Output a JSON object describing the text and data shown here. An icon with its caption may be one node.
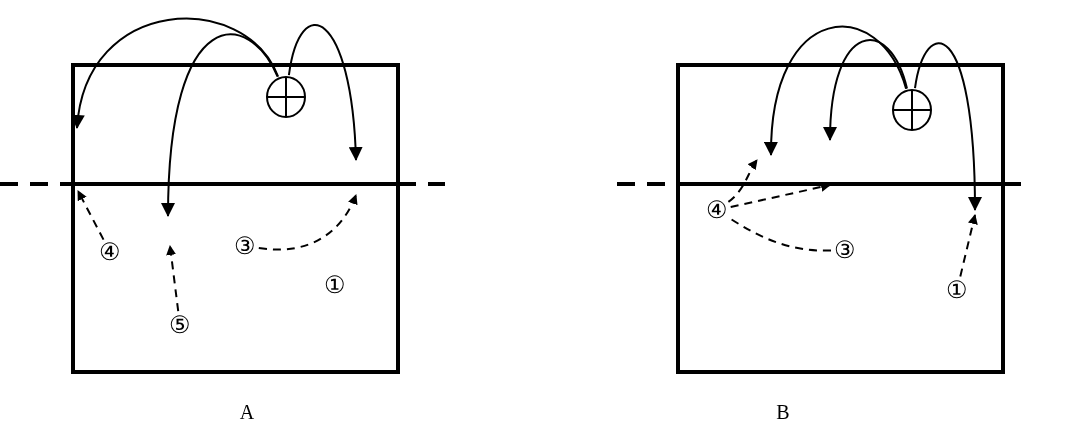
{
  "diagram": {
    "nodes": [
      {
        "text": [],
        "shape": "circle"
      },
      {
        "text": [
          "④"
        ]
      },
      {
        "text": [
          "③"
        ]
      },
      {
        "text": [
          "①"
        ]
      },
      {
        "text": [
          "⑤"
        ]
      },
      {
        "text": [],
        "shape": "circle"
      },
      {
        "text": [
          "④"
        ]
      },
      {
        "text": [
          "③"
        ]
      },
      {
        "text": [
          "①"
        ]
      }
    ],
    "edges": [
      {
        "from": 0,
        "to": null,
        "arrow": "to"
      },
      {
        "from": 0,
        "to": null,
        "arrow": "to"
      },
      {
        "from": 0,
        "to": null,
        "arrow": "to"
      },
      {
        "from": 1,
        "to": null,
        "arrow": "to",
        "style": "dashed"
      },
      {
        "from": 4,
        "to": null,
        "arrow": "to",
        "style": "dashed"
      },
      {
        "from": 2,
        "to": null,
        "arrow": "to",
        "style": "dashed"
      },
      {
        "from": 5,
        "to": null,
        "arrow": "to"
      },
      {
        "from": 5,
        "to": null,
        "arrow": "to"
      },
      {
        "from": 5,
        "to": null,
        "arrow": "to"
      },
      {
        "from": 6,
        "to": null,
        "arrow": "to",
        "style": "dashed"
      },
      {
        "from": 6,
        "to": null,
        "arrow": "to",
        "style": "dashed"
      },
      {
        "from": 7,
        "to": 6,
        "arrow": "none",
        "style": "dashed"
      },
      {
        "from": 8,
        "to": null,
        "arrow": "to",
        "style": "dashed"
      }
    ],
    "labels": [
      "A",
      "B"
    ]
  }
}
